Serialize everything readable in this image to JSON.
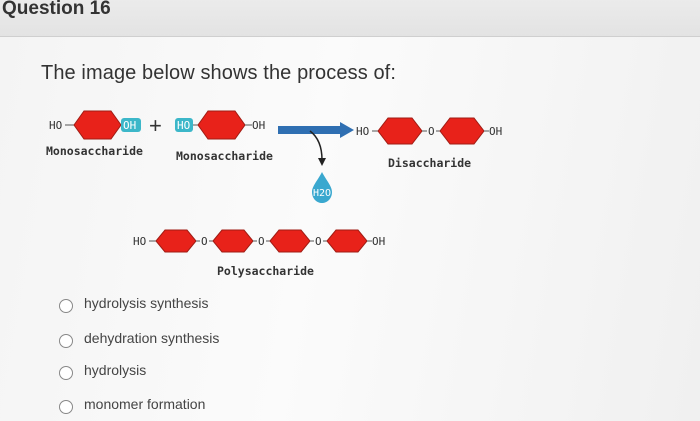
{
  "question": {
    "header": "Question 16",
    "prompt": "The image below shows the process of:"
  },
  "diagram": {
    "hexagon_fill": "#e8221a",
    "hexagon_stroke": "#a01c14",
    "highlight_fill": "#3cb7c9",
    "arrow_fill": "#2f6fb2",
    "water_fill": "#3aa8cf",
    "mono1": {
      "ho": "HO",
      "oh": "OH"
    },
    "plus": "+",
    "mono2": {
      "ho": "HO",
      "oh": "OH"
    },
    "mono1_caption": "Monosaccharide",
    "mono2_caption": "Monosaccharide",
    "disaccharide": {
      "ho": "HO",
      "o": "O",
      "oh": "OH",
      "caption": "Disaccharide"
    },
    "water": "H2O",
    "polysaccharide": {
      "ho": "HO",
      "links": [
        "O",
        "O",
        "O"
      ],
      "oh": "OH",
      "caption": "Polysaccharide"
    }
  },
  "answers": [
    {
      "label": "hydrolysis synthesis",
      "selected": false
    },
    {
      "label": "dehydration synthesis",
      "selected": false
    },
    {
      "label": "hydrolysis",
      "selected": false
    },
    {
      "label": "monomer formation",
      "selected": false
    }
  ]
}
